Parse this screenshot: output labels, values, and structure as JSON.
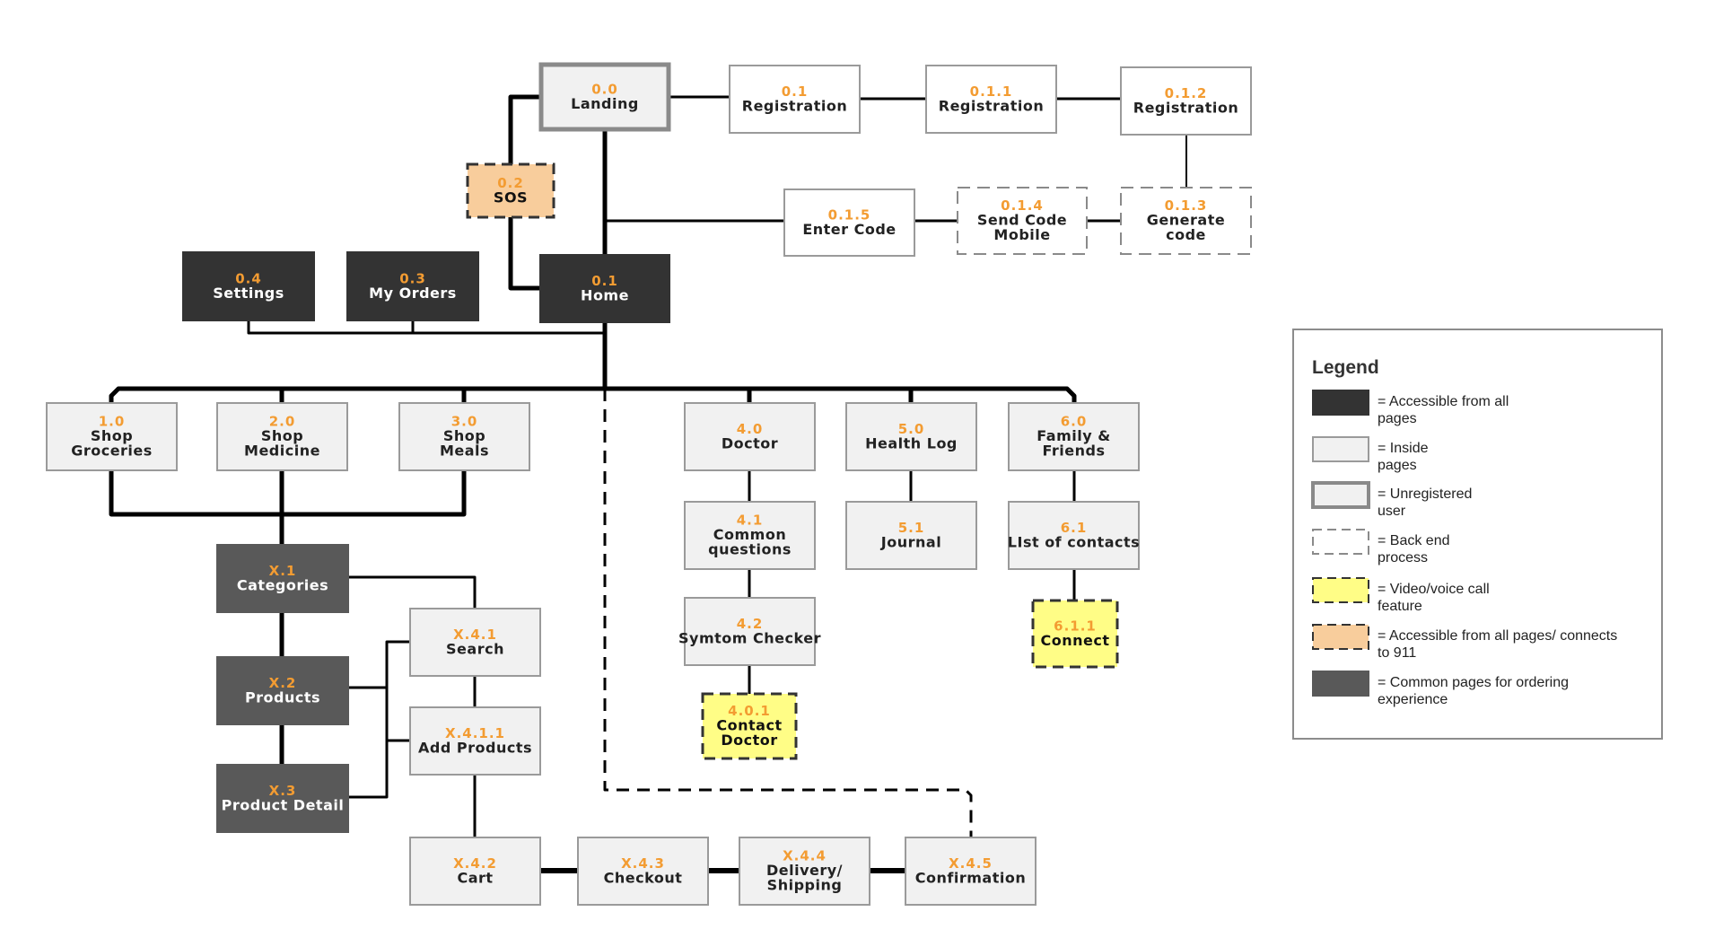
{
  "colors": {
    "dark": "#333333",
    "darkgray": "#595959",
    "light": "#f1f1f1",
    "white": "#ffffff",
    "yellow": "#fffd86",
    "peach": "#f8cd9c",
    "number": "#f39c32",
    "line": "#000000"
  },
  "nodes": [
    {
      "id": "n00",
      "num": "0.0",
      "lines": [
        "Landing"
      ],
      "style": "unregistered"
    },
    {
      "id": "n01",
      "num": "0.1",
      "lines": [
        "Registration"
      ],
      "style": "white"
    },
    {
      "id": "n011",
      "num": "0.1.1",
      "lines": [
        "Registration"
      ],
      "style": "white"
    },
    {
      "id": "n012",
      "num": "0.1.2",
      "lines": [
        "Registration"
      ],
      "style": "white"
    },
    {
      "id": "n02",
      "num": "0.2",
      "lines": [
        "SOS"
      ],
      "style": "peach"
    },
    {
      "id": "n015",
      "num": "0.1.5",
      "lines": [
        "Enter Code"
      ],
      "style": "white"
    },
    {
      "id": "n014",
      "num": "0.1.4",
      "lines": [
        "Send Code",
        "Mobile"
      ],
      "style": "backend"
    },
    {
      "id": "n013",
      "num": "0.1.3",
      "lines": [
        "Generate",
        "code"
      ],
      "style": "backend"
    },
    {
      "id": "n04",
      "num": "0.4",
      "lines": [
        "Settings"
      ],
      "style": "dark"
    },
    {
      "id": "n03",
      "num": "0.3",
      "lines": [
        "My Orders"
      ],
      "style": "dark"
    },
    {
      "id": "n01h",
      "num": "0.1",
      "lines": [
        "Home"
      ],
      "style": "dark"
    },
    {
      "id": "n10",
      "num": "1.0",
      "lines": [
        "Shop",
        "Groceries"
      ],
      "style": "light"
    },
    {
      "id": "n20",
      "num": "2.0",
      "lines": [
        "Shop",
        "Medicine"
      ],
      "style": "light"
    },
    {
      "id": "n30",
      "num": "3.0",
      "lines": [
        "Shop",
        "Meals"
      ],
      "style": "light"
    },
    {
      "id": "n40",
      "num": "4.0",
      "lines": [
        "Doctor"
      ],
      "style": "light"
    },
    {
      "id": "n50",
      "num": "5.0",
      "lines": [
        "Health Log"
      ],
      "style": "light"
    },
    {
      "id": "n60",
      "num": "6.0",
      "lines": [
        "Family &",
        "Friends"
      ],
      "style": "light"
    },
    {
      "id": "n41",
      "num": "4.1",
      "lines": [
        "Common",
        "questions"
      ],
      "style": "light"
    },
    {
      "id": "n51",
      "num": "5.1",
      "lines": [
        "Journal"
      ],
      "style": "light"
    },
    {
      "id": "n61",
      "num": "6.1",
      "lines": [
        "LIst of contacts"
      ],
      "style": "light"
    },
    {
      "id": "n42",
      "num": "4.2",
      "lines": [
        "Symtom Checker"
      ],
      "style": "light"
    },
    {
      "id": "n401",
      "num": "4.0.1",
      "lines": [
        "Contact",
        "Doctor"
      ],
      "style": "yellow"
    },
    {
      "id": "n611",
      "num": "6.1.1",
      "lines": [
        "Connect"
      ],
      "style": "yellow"
    },
    {
      "id": "nx1",
      "num": "X.1",
      "lines": [
        "Categories"
      ],
      "style": "darkgray"
    },
    {
      "id": "nx2",
      "num": "X.2",
      "lines": [
        "Products"
      ],
      "style": "darkgray"
    },
    {
      "id": "nx3",
      "num": "X.3",
      "lines": [
        "Product Detail"
      ],
      "style": "darkgray"
    },
    {
      "id": "nx41",
      "num": "X.4.1",
      "lines": [
        "Search"
      ],
      "style": "light"
    },
    {
      "id": "nx411",
      "num": "X.4.1.1",
      "lines": [
        "Add Products"
      ],
      "style": "light"
    },
    {
      "id": "nx42",
      "num": "X.4.2",
      "lines": [
        "Cart"
      ],
      "style": "light"
    },
    {
      "id": "nx43",
      "num": "X.4.3",
      "lines": [
        "Checkout"
      ],
      "style": "light"
    },
    {
      "id": "nx44",
      "num": "X.4.4",
      "lines": [
        "Delivery/",
        "Shipping"
      ],
      "style": "light"
    },
    {
      "id": "nx45",
      "num": "X.4.5",
      "lines": [
        "Confirmation"
      ],
      "style": "light"
    }
  ],
  "legend": {
    "title": "Legend",
    "items": [
      {
        "style": "dark",
        "lines": [
          "= Accessible from all",
          "pages"
        ]
      },
      {
        "style": "light",
        "lines": [
          "= Inside",
          "pages"
        ]
      },
      {
        "style": "unregistered",
        "lines": [
          "= Unregistered",
          "user"
        ]
      },
      {
        "style": "backend",
        "lines": [
          "= Back end",
          "process"
        ]
      },
      {
        "style": "yellow",
        "lines": [
          "= Video/voice call",
          "feature"
        ]
      },
      {
        "style": "peach",
        "lines": [
          "= Accessible from all pages/ connects",
          "to 911"
        ]
      },
      {
        "style": "darkgray",
        "lines": [
          "= Common pages for ordering",
          "experience"
        ]
      }
    ]
  }
}
